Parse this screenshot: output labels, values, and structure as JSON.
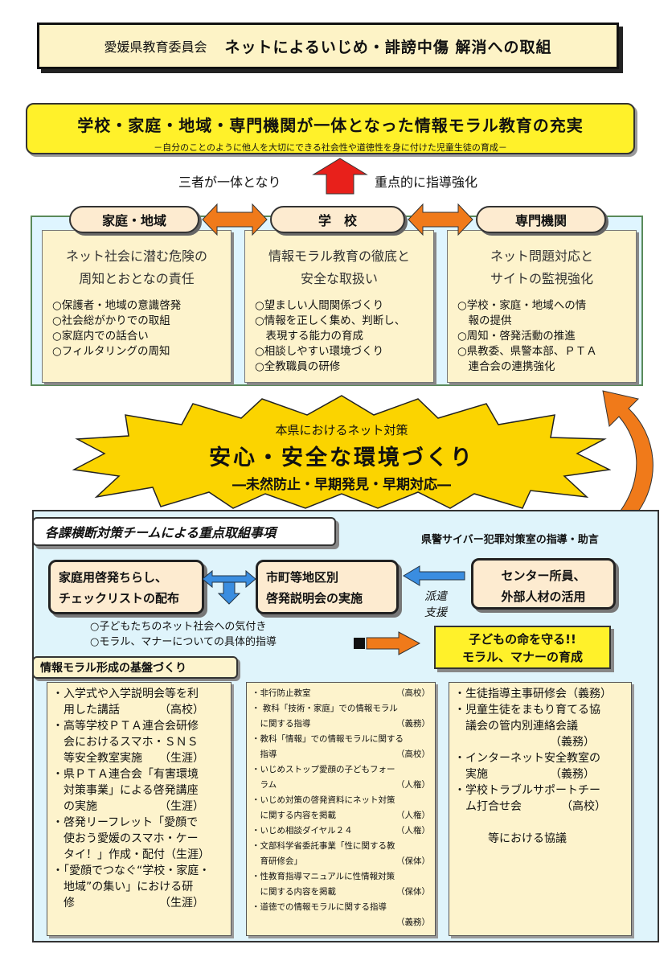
{
  "header": {
    "org": "愛媛県教育委員会",
    "title": "ネットによるいじめ・誹謗中傷 解消への取組"
  },
  "goal": {
    "main": "学校・家庭・地域・専門機関が一体となった情報モラル教育の充実",
    "sub": "－自分のことのように他人を大切にできる社会性や道徳性を身に付けた児童生徒の育成－"
  },
  "arrow_labels": {
    "left": "三者が一体となり",
    "right": "重点的に指導強化"
  },
  "columns": [
    {
      "name": "家庭・地域",
      "head1": "ネット社会に潜む危険の",
      "head2": "周知とおとなの責任",
      "items": [
        "○保護者・地域の意識啓発",
        "○社会総がかりでの取組",
        "○家庭内での話合い",
        "○フィルタリングの周知"
      ]
    },
    {
      "name": "学　校",
      "head1": "情報モラル教育の徹底と",
      "head2": "安全な取扱い",
      "items": [
        "○望ましい人間関係づくり",
        "○情報を正しく集め、判断し、",
        "　表現する能力の育成",
        "○相談しやすい環境づくり",
        "○全教職員の研修"
      ]
    },
    {
      "name": "専門機関",
      "head1": "ネット問題対応と",
      "head2": "サイトの監視強化",
      "items": [
        "○学校・家庭・地域への情",
        "　報の提供",
        "○周知・啓発活動の推進",
        "○県教委、県警本部、ＰＴＡ",
        "　連合会の連携強化"
      ]
    }
  ],
  "burst": {
    "line1": "本県におけるネット対策",
    "line2": "安心・安全な環境づくり",
    "line3": "―未然防止・早期発見・早期対応―"
  },
  "lower": {
    "team_title": "各課横断対策チームによる重点取組事項",
    "police": "県警サイバー犯罪対策室の指導・助言",
    "box_left": [
      "家庭用啓発ちらし、",
      "チェックリストの配布"
    ],
    "box_mid": [
      "市町等地区別",
      "啓発説明会の実施"
    ],
    "box_right": [
      "センター所員、",
      "外部人材の活用"
    ],
    "dispatch": [
      "派遣",
      "支援"
    ],
    "bullets": [
      "○子どもたちのネット社会への気付き",
      "○モラル、マナーについての具体的指導"
    ],
    "result": [
      "子どもの命を守る!!",
      "モラル、マナーの育成"
    ],
    "kiban": "情報モラル形成の基盤づくり",
    "col1": [
      "・入学式や入学説明会等を利",
      "　用した講話　　　　（高校）",
      "・高等学校ＰＴＡ連合会研修",
      "　会におけるスマホ・ＳＮＳ",
      "　等安全教室実施　　（生涯）",
      "・県ＰＴＡ連合会「有害環境",
      "　対策事業」による啓発講座",
      "　の実施　　　　　　（生涯）",
      "・啓発リーフレット「愛顔で",
      "　使おう愛媛のスマホ・ケー",
      "　タイ！」作成・配付（生涯）",
      "・「愛顔でつなぐ“学校・家庭・",
      "　地域”の集い」における研",
      "　修　　　　　　　　（生涯）"
    ],
    "col2": [
      {
        "t": "・非行防止教室",
        "tag": "（高校）"
      },
      {
        "t": "・ 教科「技術・家庭」での情報モラル",
        "tag": ""
      },
      {
        "t": "　に関する指導",
        "tag": "（義務）"
      },
      {
        "t": "・教科「情報」での情報モラルに関する",
        "tag": ""
      },
      {
        "t": "　指導",
        "tag": "（高校）"
      },
      {
        "t": "・いじめストップ愛顔の子どもフォー",
        "tag": ""
      },
      {
        "t": "　ラム",
        "tag": "（人権）"
      },
      {
        "t": "・いじめ対策の啓発資料にネット対策",
        "tag": ""
      },
      {
        "t": "　に関する内容を掲載",
        "tag": "（人権）"
      },
      {
        "t": "・いじめ相談ダイヤル２４",
        "tag": "（人権）"
      },
      {
        "t": "・文部科学省委託事業「性に関する教",
        "tag": ""
      },
      {
        "t": "　育研修会」",
        "tag": "（保体）"
      },
      {
        "t": "・性教育指導マニュアルに性情報対策",
        "tag": ""
      },
      {
        "t": "　に関する内容を掲載",
        "tag": "（保体）"
      },
      {
        "t": "・道徳での情報モラルに関する指導",
        "tag": ""
      },
      {
        "t": "",
        "tag": "（義務）"
      }
    ],
    "col3": [
      "・生徒指導主事研修会（義務）",
      "・児童生徒をまもり育てる協",
      "　議会の管内別連絡会議",
      "　　　　　　　　　（義務）",
      "・インターネット安全教室の",
      "　実施　　　　　　（義務）",
      "・学校トラブルサポートチー",
      "　ム打合せ会　　　　（高校）",
      "",
      "　　　等における協議"
    ]
  }
}
